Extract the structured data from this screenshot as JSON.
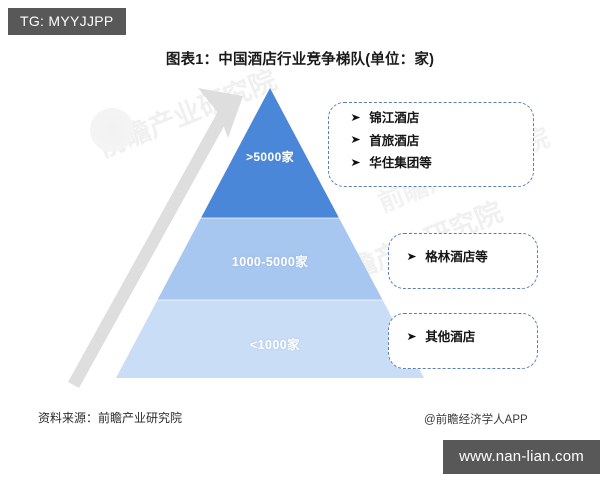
{
  "overlay": {
    "tg_tag": "TG: MYYJJPP",
    "site_tag": "www.nan-lian.com"
  },
  "chart": {
    "title": "图表1：中国酒店行业竞争梯队(单位：家)",
    "source_label": "资料来源：前瞻产业研究院",
    "app_label": "@前瞻经济学人APP",
    "watermark_text": "前瞻产业研究院"
  },
  "chart_data": {
    "type": "pyramid",
    "title": "图表1：中国酒店行业竞争梯队(单位：家)",
    "unit": "家",
    "xlabel": "",
    "ylabel": "",
    "legend_position": "right",
    "grid": false,
    "tiers": [
      {
        "rank": 1,
        "label": ">5000家",
        "min": 5000,
        "max": null,
        "color": "#4a87d8",
        "companies": [
          "锦江酒店",
          "首旅酒店",
          "华住集团等"
        ]
      },
      {
        "rank": 2,
        "label": "1000-5000家",
        "min": 1000,
        "max": 5000,
        "color": "#a7c7f0",
        "companies": [
          "格林酒店等"
        ]
      },
      {
        "rank": 3,
        "label": "<1000家",
        "min": null,
        "max": 1000,
        "color": "#c9ddf7",
        "companies": [
          "其他酒店"
        ]
      }
    ],
    "arrow": {
      "semantic": "growth-arrow",
      "direction": "up-right",
      "color": "#dcdcdc"
    }
  }
}
